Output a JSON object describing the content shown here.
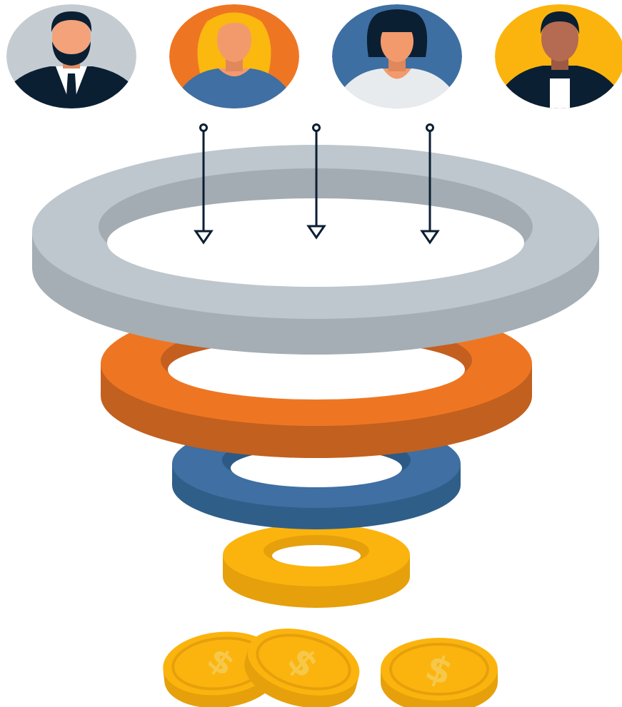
{
  "illustration": {
    "kind": "sales-funnel",
    "avatars": [
      {
        "name": "businessman",
        "background": "#c4ccd2",
        "skin": "#f3a27a",
        "hair": "#0b1f33",
        "clothing": "#0b1f33"
      },
      {
        "name": "blonde-woman",
        "background": "#ee7623",
        "skin": "#f39a6c",
        "hair": "#fbb80f",
        "clothing": "#3f6fa3"
      },
      {
        "name": "dark-haired-woman",
        "background": "#3e6fa2",
        "skin": "#f39a6c",
        "hair": "#0b1f33",
        "clothing": "#e8ebee"
      },
      {
        "name": "man-in-jacket",
        "background": "#fbb40e",
        "skin": "#b56a52",
        "hair": "#0b1f33",
        "clothing": "#0b1f33"
      }
    ],
    "arrow_count": 3,
    "arrow_color": "#0b1f33",
    "funnel_rings": [
      {
        "name": "ring-gray",
        "top": "#bdc7cd",
        "side": "#a4aeb4",
        "inner": "#a3acb2"
      },
      {
        "name": "ring-orange",
        "top": "#ee7623",
        "side": "#c2601f",
        "inner": "#c45f20"
      },
      {
        "name": "ring-blue",
        "top": "#3f6fa3",
        "side": "#2f5e89",
        "inner": "#2c5a85"
      },
      {
        "name": "ring-yellow",
        "top": "#fbb40e",
        "side": "#e5a00b",
        "inner": "#e6a00c"
      }
    ],
    "coins": {
      "count": 3,
      "symbol": "$",
      "face": "#fbb40e",
      "edge": "#e5a00b",
      "mark": "#f6c84a"
    }
  }
}
